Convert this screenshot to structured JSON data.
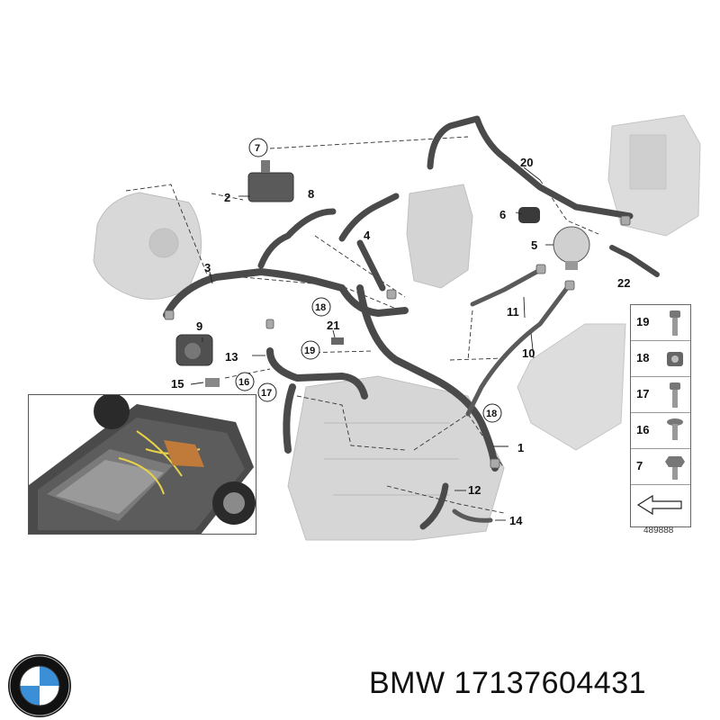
{
  "callouts": {
    "c1": "1",
    "c2": "2",
    "c3": "3",
    "c4": "4",
    "c5": "5",
    "c6": "6",
    "c7": "7",
    "c8": "8",
    "c9": "9",
    "c10": "10",
    "c11": "11",
    "c12": "12",
    "c13": "13",
    "c14": "14",
    "c15": "15",
    "c16": "16",
    "c17": "17",
    "c18a": "18",
    "c18b": "18",
    "c19": "19",
    "c20": "20",
    "c21": "21",
    "c22": "22"
  },
  "legend": {
    "items": [
      {
        "label": "19",
        "icon": "bolt-icon"
      },
      {
        "label": "18",
        "icon": "clip-icon"
      },
      {
        "label": "17",
        "icon": "bolt-icon"
      },
      {
        "label": "16",
        "icon": "screw-icon"
      },
      {
        "label": "7",
        "icon": "hex-bolt-icon"
      }
    ],
    "arrow_icon": "direction-arrow-icon"
  },
  "code": "489888",
  "caption": "BMW 17137604431",
  "colors": {
    "hose": "#4a4a4a",
    "hose_light": "#7a7a7a",
    "housing": "#d7d7d7",
    "line": "#333333"
  }
}
